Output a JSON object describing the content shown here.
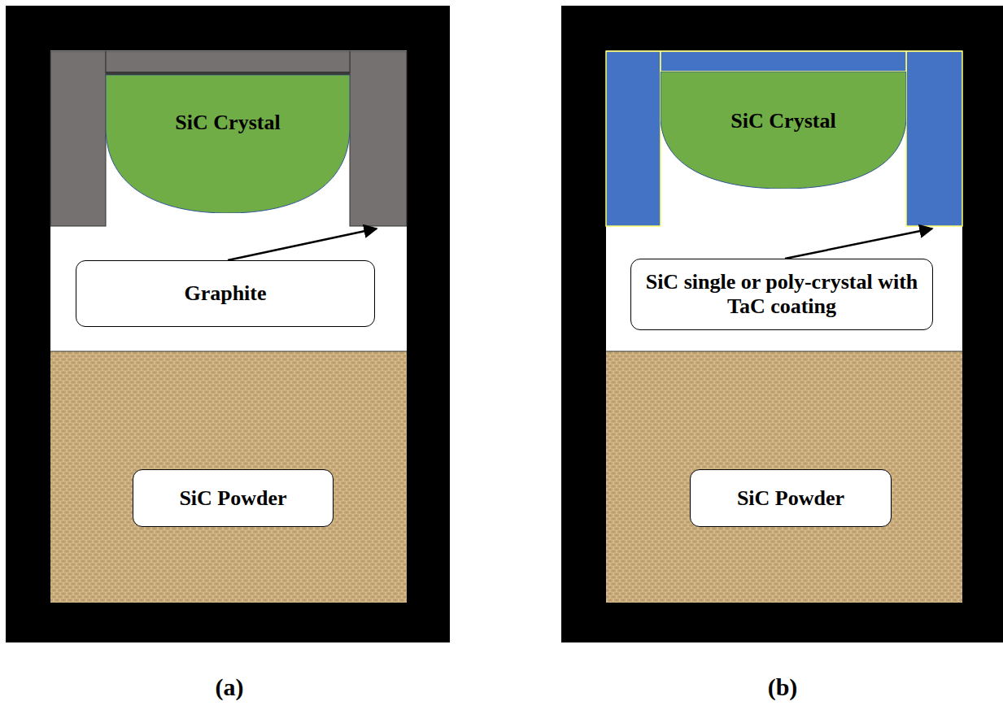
{
  "diagram": {
    "nodes": [
      {
        "text": [
          "SiC Crystal"
        ]
      },
      {
        "text": [
          "Graphite"
        ]
      },
      {
        "text": [
          "SiC Powder"
        ]
      },
      {
        "text": [
          "SiC Crystal"
        ]
      },
      {
        "text": [
          "SiC single or poly-crystal with TaC coating"
        ]
      },
      {
        "text": [
          "SiC Powder"
        ]
      }
    ],
    "labels": [
      "(a)",
      "(b)"
    ]
  }
}
